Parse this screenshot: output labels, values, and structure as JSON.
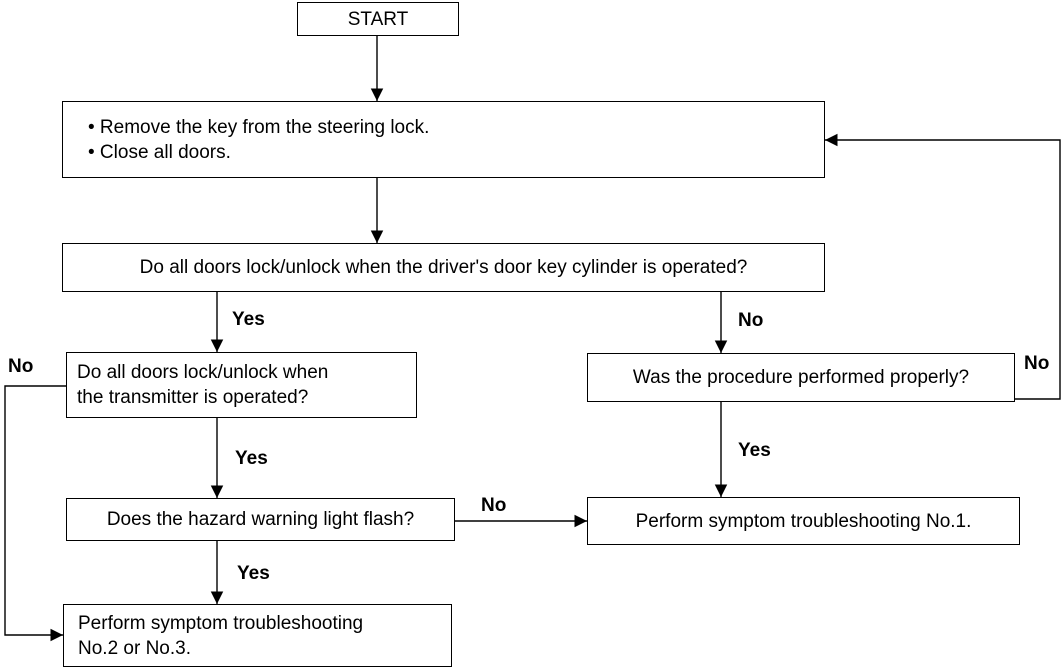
{
  "flowchart": {
    "start": "START",
    "step1": {
      "bullets": [
        "• Remove the key from the steering lock.",
        "• Close all doors."
      ]
    },
    "q1": "Do all doors lock/unlock when the driver's door key cylinder is operated?",
    "q2": {
      "lines": [
        "Do all doors lock/unlock when",
        "the transmitter is operated?"
      ]
    },
    "q3": "Was the procedure performed properly?",
    "q4": "Does the hazard warning light flash?",
    "result1": "Perform symptom troubleshooting No.1.",
    "result2": {
      "lines": [
        "Perform symptom troubleshooting",
        "No.2 or No.3."
      ]
    },
    "labels": {
      "yes": "Yes",
      "no": "No"
    }
  }
}
